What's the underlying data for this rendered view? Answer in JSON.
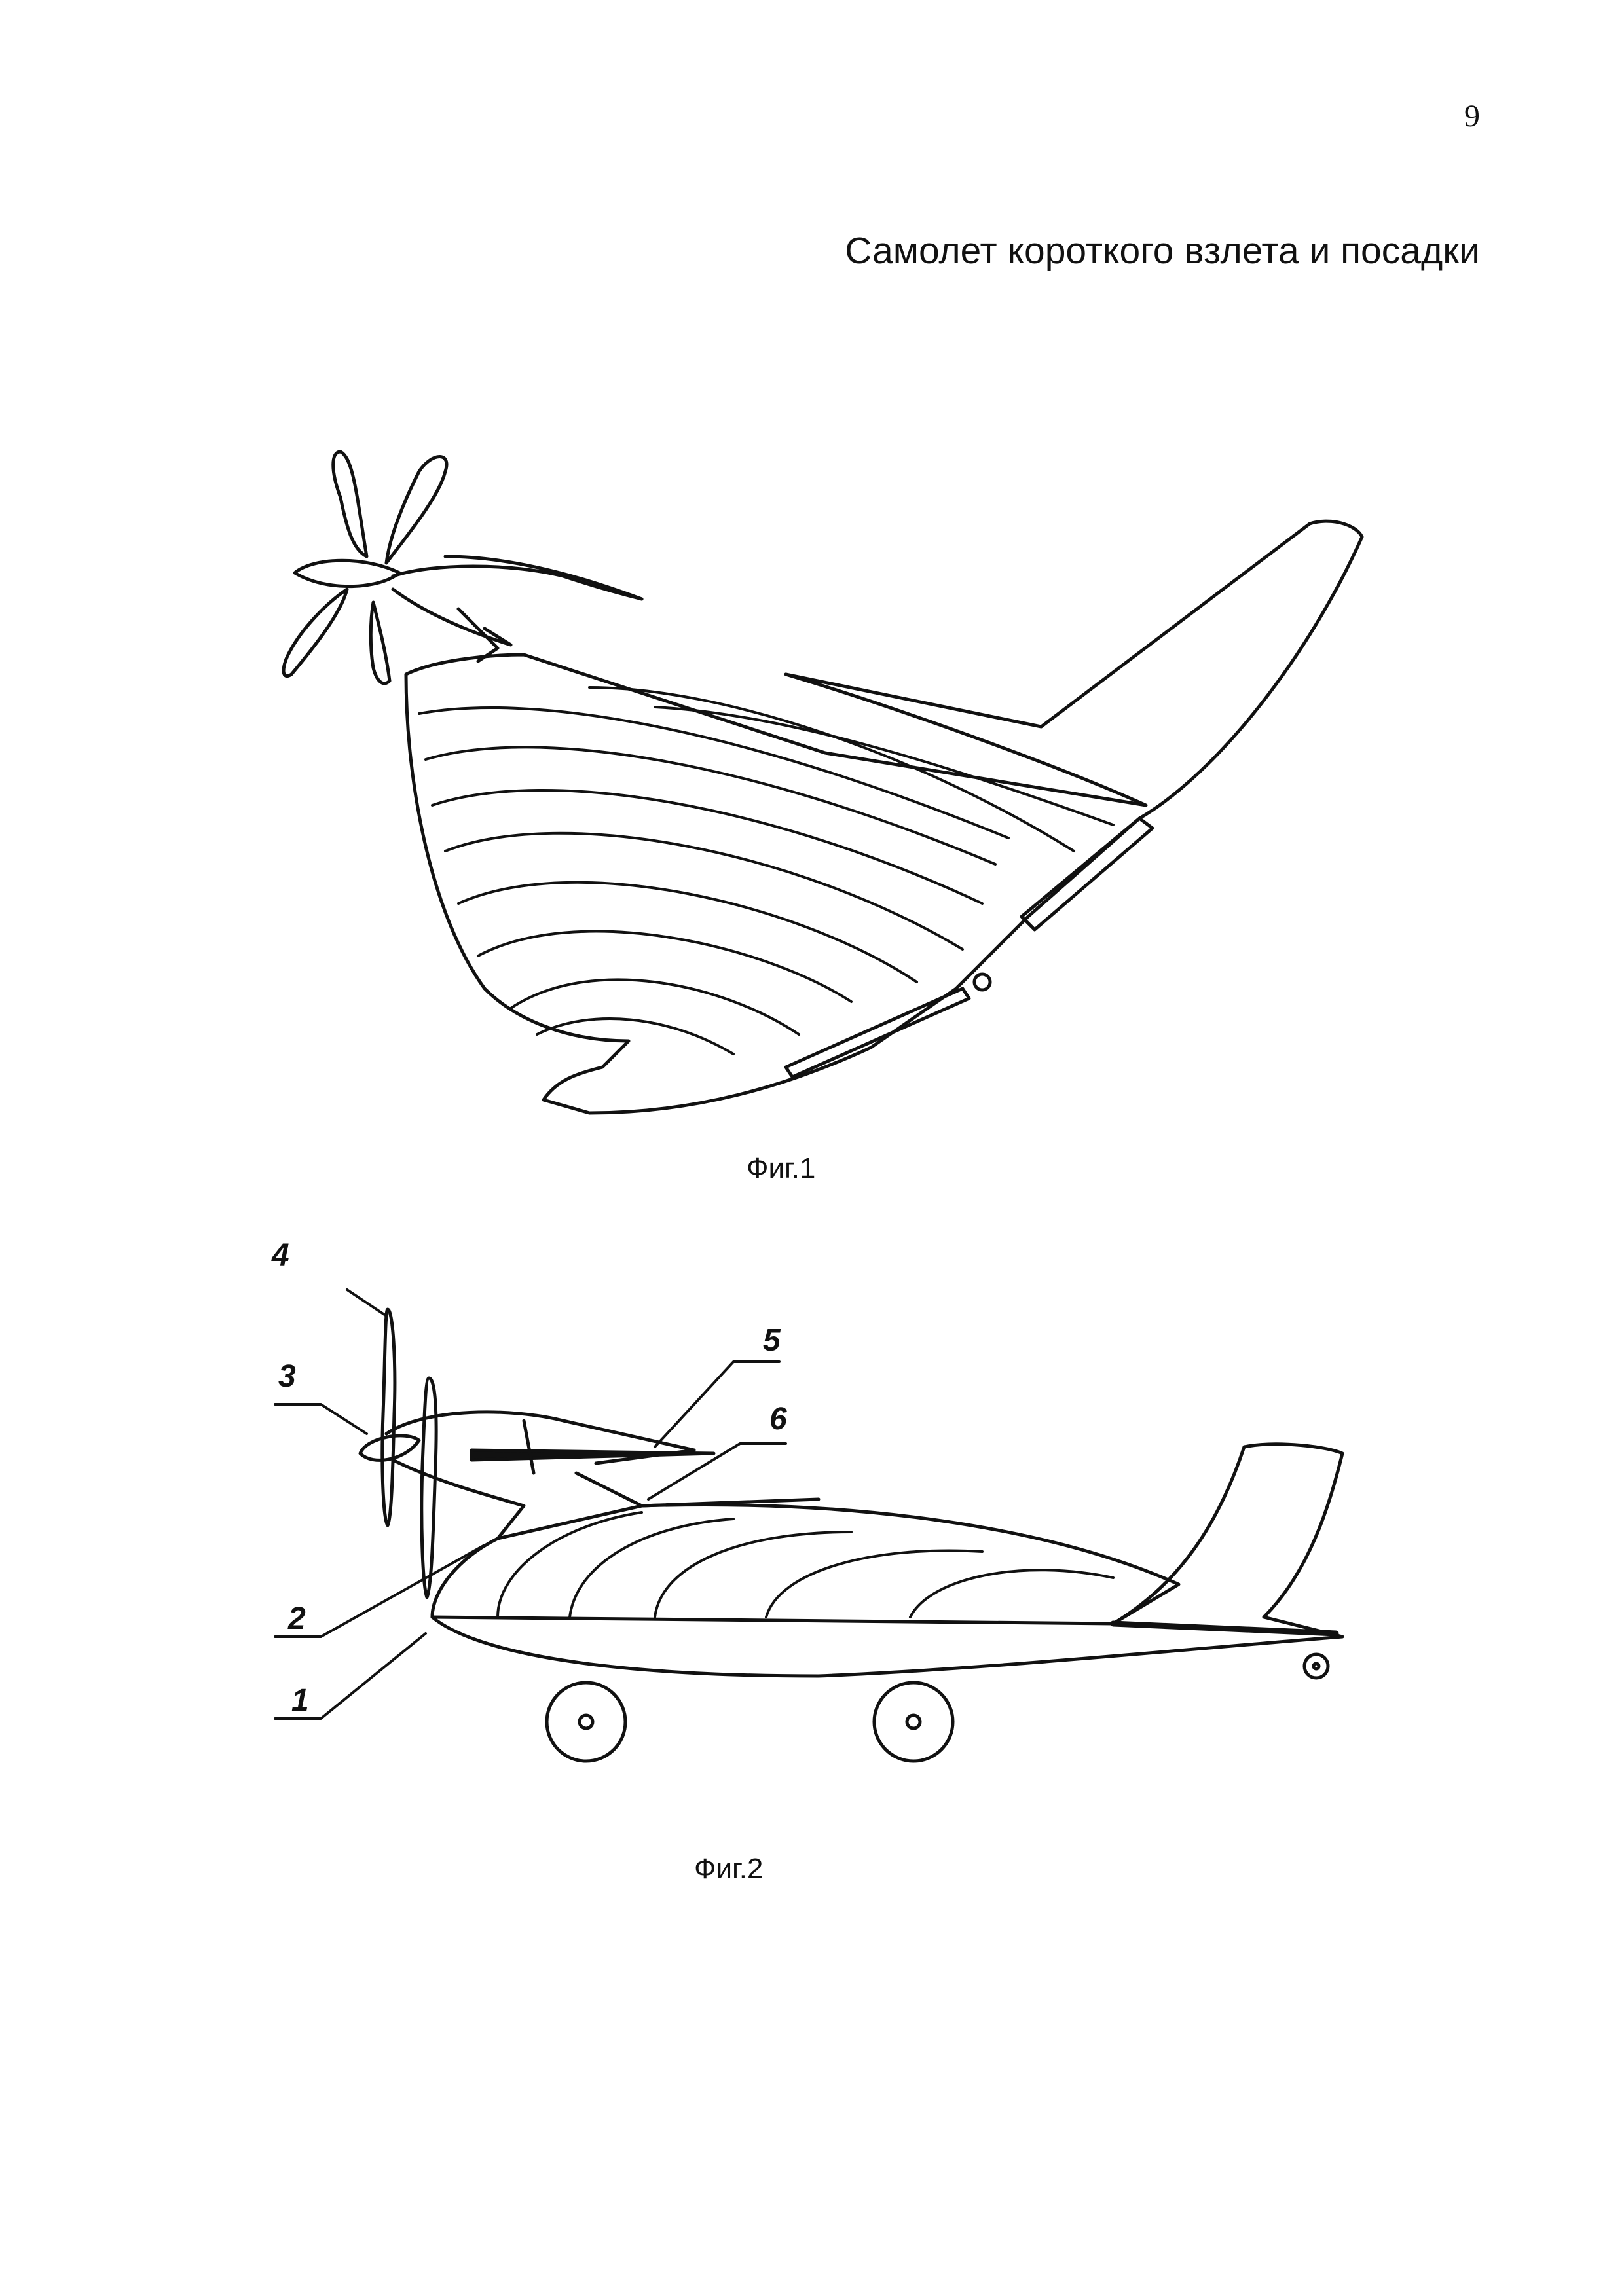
{
  "page": {
    "number": "9",
    "title": "Самолет короткого взлета и посадки"
  },
  "figures": [
    {
      "caption": "Фиг.1"
    },
    {
      "caption": "Фиг.2",
      "callouts": [
        "1",
        "2",
        "3",
        "4",
        "5",
        "6"
      ]
    }
  ],
  "colors": {
    "ink": "#111111",
    "paper": "#ffffff"
  }
}
